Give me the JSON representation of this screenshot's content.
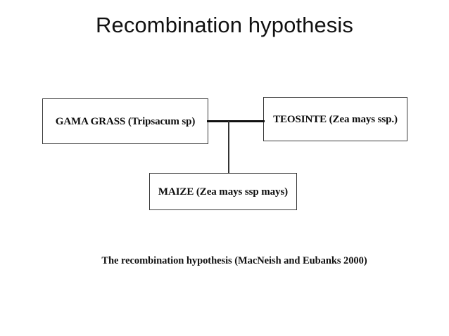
{
  "slide": {
    "title": "Recombination hypothesis",
    "background_color": "#ffffff",
    "title_color": "#111111"
  },
  "diagram": {
    "type": "flowchart",
    "line_color": "#111111",
    "box_border_color": "#3a3a3a",
    "box_fill_color": "#ffffff",
    "nodes": [
      {
        "id": "gama-grass",
        "label": "GAMA GRASS (Tripsacum sp)",
        "position": "top-left"
      },
      {
        "id": "teosinte",
        "label": "TEOSINTE (Zea mays ssp.)",
        "position": "top-right"
      },
      {
        "id": "maize",
        "label": "MAIZE (Zea mays ssp mays)",
        "position": "bottom-center"
      }
    ],
    "connectors": [
      {
        "id": "gama-grass-to-teosinte",
        "from": "gama-grass",
        "to": "teosinte",
        "orientation": "horizontal"
      },
      {
        "id": "junction-to-maize",
        "from": "gama-grass-to-teosinte",
        "to": "maize",
        "orientation": "vertical"
      }
    ],
    "caption": "The recombination hypothesis (MacNeish and Eubanks 2000)"
  }
}
